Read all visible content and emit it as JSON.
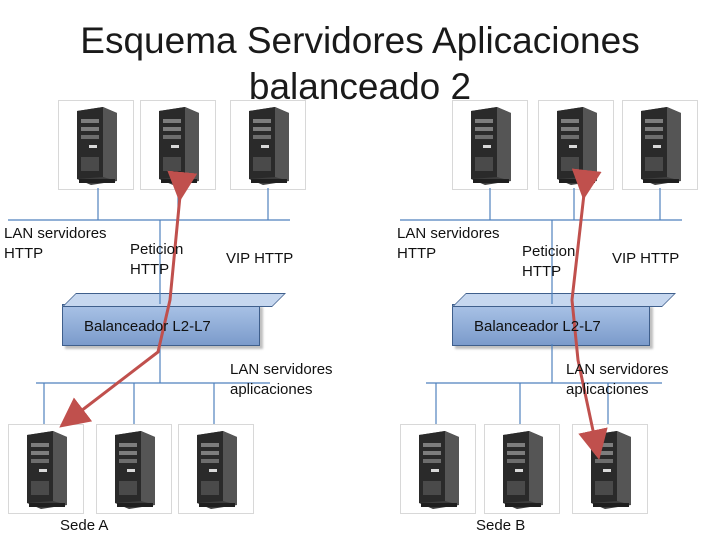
{
  "title": "Esquema Servidores Aplicaciones balanceado 2",
  "left": {
    "lan_http": "LAN servidores\nHTTP",
    "peticion": "Peticion\nHTTP",
    "vip": "VIP HTTP",
    "balanceador": "Balanceador L2-L7",
    "lan_apps": "LAN servidores\naplicaciones",
    "sede": "Sede A"
  },
  "right": {
    "lan_http": "LAN servidores\nHTTP",
    "peticion": "Peticion\nHTTP",
    "vip": "VIP HTTP",
    "balanceador": "Balanceador L2-L7",
    "lan_apps": "LAN servidores\naplicaciones",
    "sede": "Sede B"
  },
  "colors": {
    "arrow": "#c0504d",
    "line": "#4f81bd",
    "box": "#8eaadb"
  }
}
